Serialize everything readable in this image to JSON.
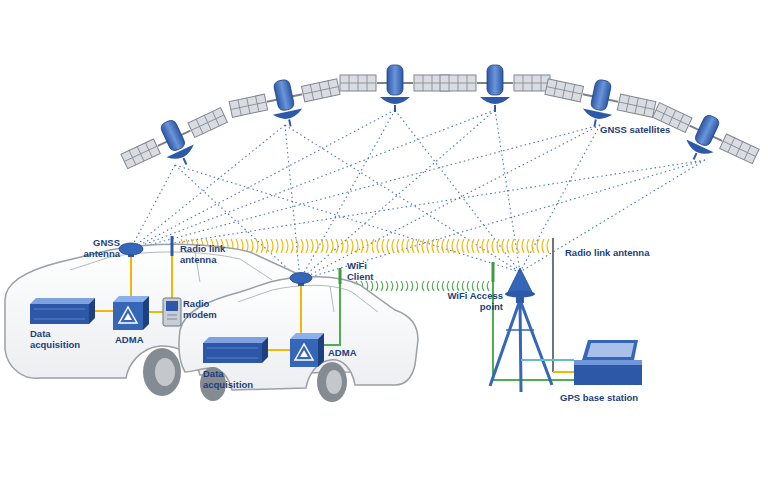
{
  "diagram": {
    "nodes": [
      {
        "text": [
          "Data acquisition"
        ]
      },
      {
        "text": [
          "ADMA"
        ]
      },
      {
        "text": [
          "Radio modem"
        ]
      },
      {
        "text": [
          "Data acquisition"
        ]
      },
      {
        "text": [
          "ADMA"
        ]
      },
      {
        "text": [
          "GPS base station"
        ]
      }
    ],
    "edges": [
      {
        "from": 0,
        "to": 1,
        "arrow": "none"
      },
      {
        "from": 1,
        "to": 2,
        "arrow": "none"
      },
      {
        "from": 3,
        "to": 4,
        "arrow": "none"
      }
    ],
    "labels": [
      "GNSS satellites",
      "GNSS antenna",
      "Radio link antenna",
      "WiFi Client",
      "WiFi Access point",
      "Radio link antenna"
    ]
  }
}
